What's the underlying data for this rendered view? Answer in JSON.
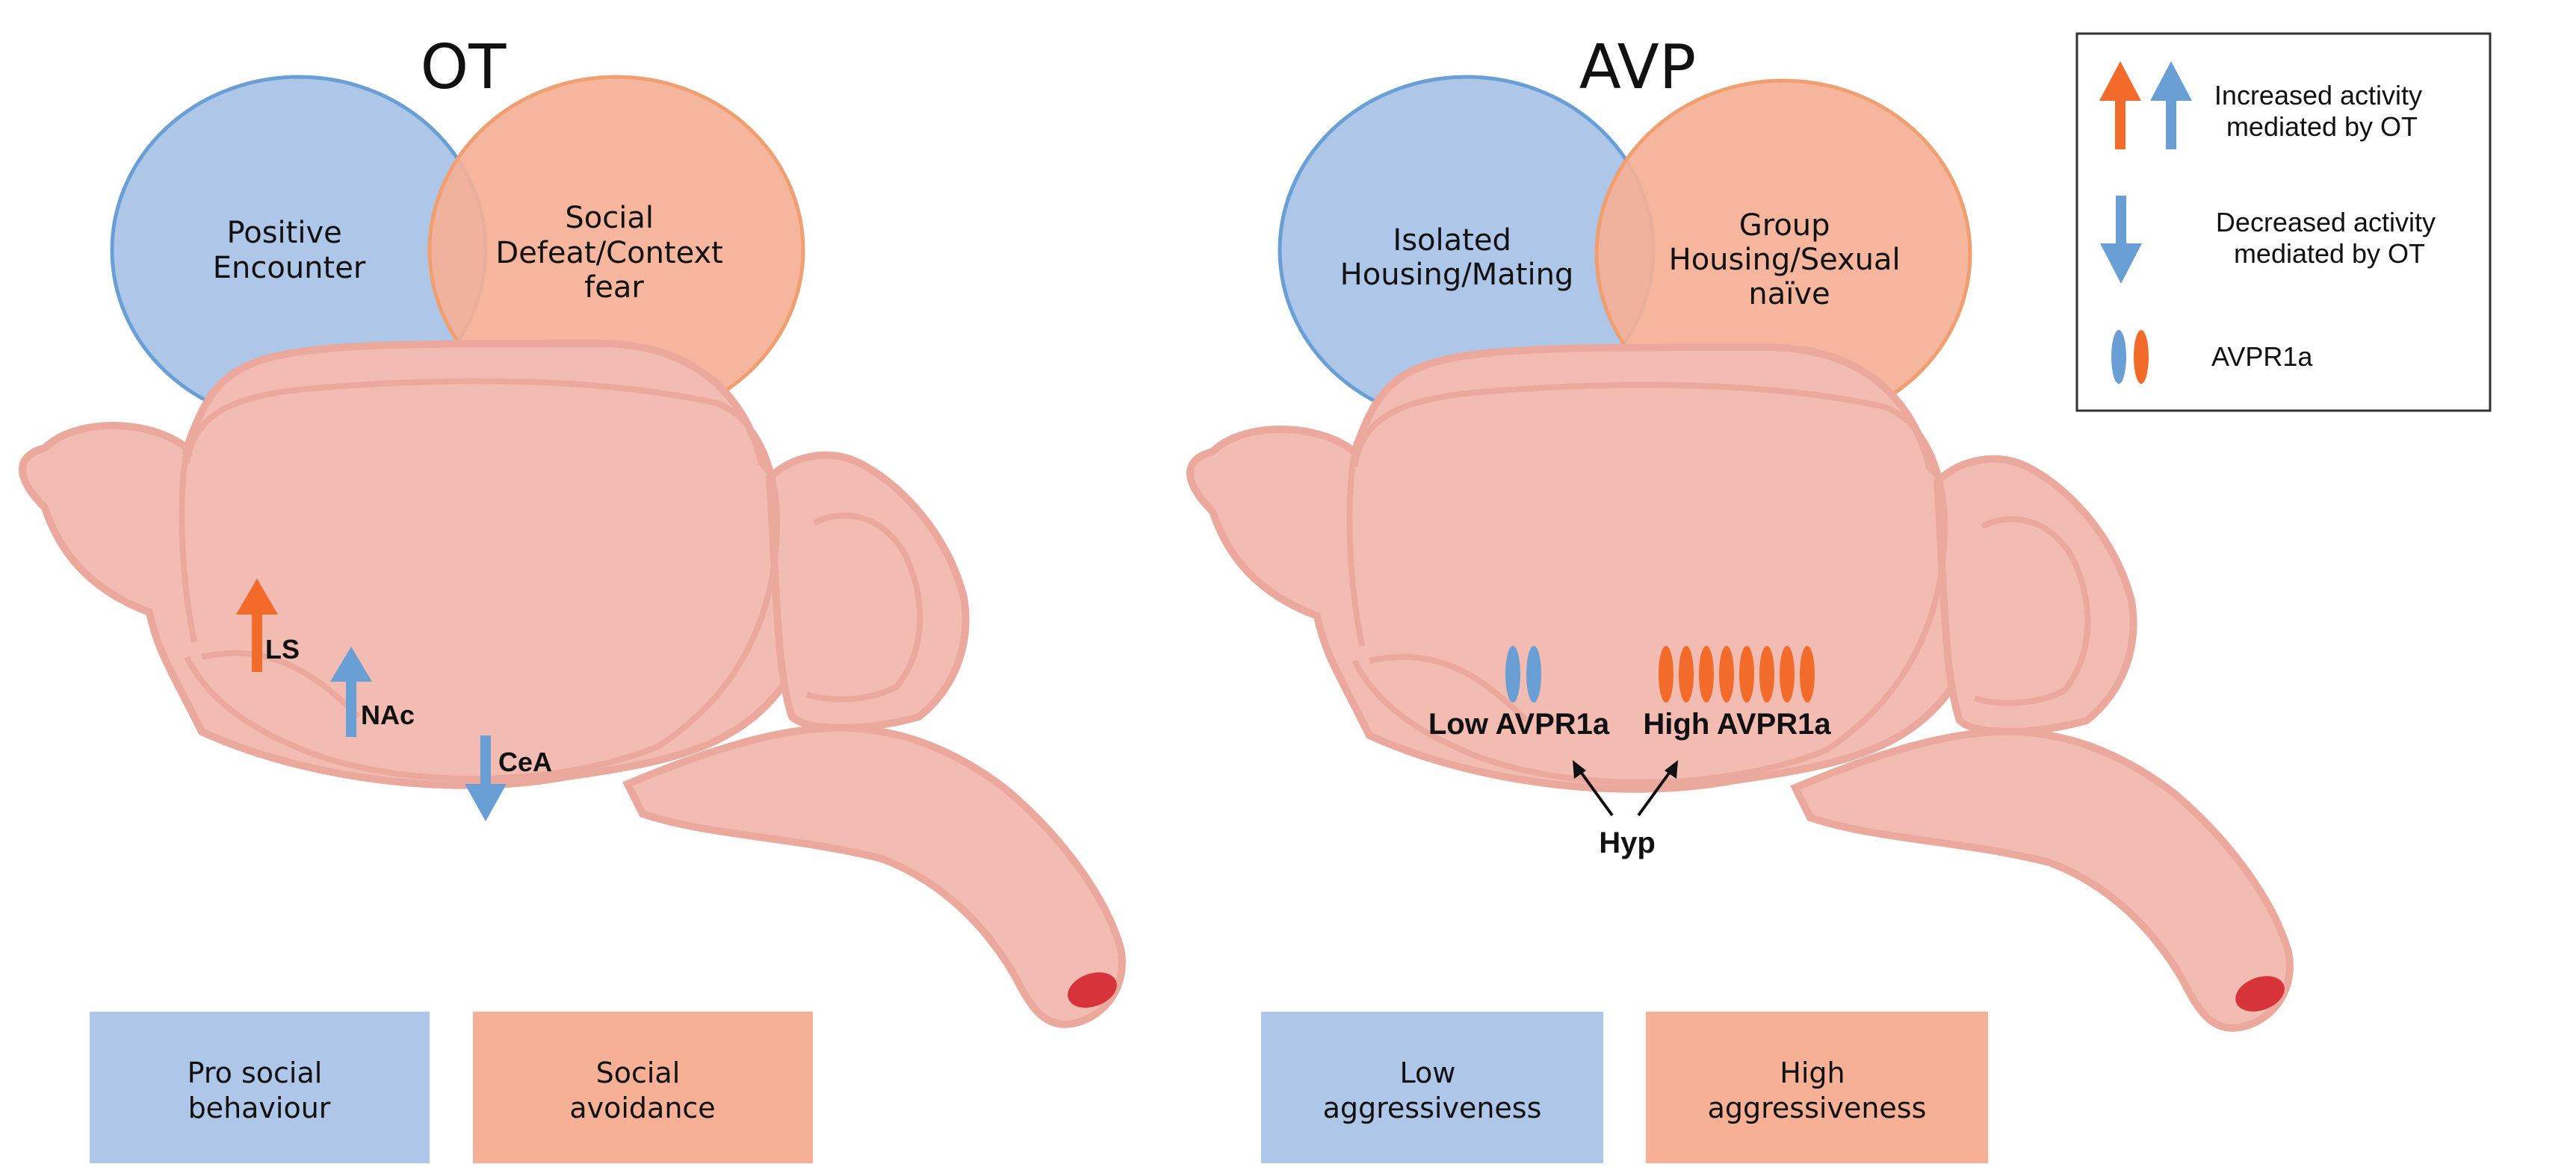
{
  "ot_panel": {
    "title": "OT",
    "circle_left": [
      "Positive",
      "Encounter"
    ],
    "circle_right": [
      "Social",
      "Defeat/Context",
      "fear"
    ],
    "regions": {
      "ls": "LS",
      "nac": "NAc",
      "cea": "CeA"
    },
    "box_left": [
      "Pro social",
      "behaviour"
    ],
    "box_right": [
      "Social",
      "avoidance"
    ]
  },
  "avp_panel": {
    "title": "AVP",
    "circle_left": [
      "Isolated",
      "Housing/Mating"
    ],
    "circle_right": [
      "Group",
      "Housing/Sexual",
      "naïve"
    ],
    "low_label": "Low AVPR1a",
    "high_label": "High AVPR1a",
    "hyp_label": "Hyp",
    "box_left": [
      "Low",
      "aggressiveness"
    ],
    "box_right": [
      "High",
      "aggressiveness"
    ]
  },
  "legend": {
    "increased": [
      "Increased activity",
      "mediated by OT"
    ],
    "decreased": [
      "Decreased activity",
      "mediated by OT"
    ],
    "receptor": "AVPR1a"
  },
  "colors": {
    "blue": "#6a9fd6",
    "orange": "#f26b2a",
    "blue_fill": "#aec6e8",
    "orange_fill": "#f5b096",
    "brain": "#f3bcb3",
    "brain_edge": "#eba89d",
    "spinal_cut": "#d6343a"
  }
}
